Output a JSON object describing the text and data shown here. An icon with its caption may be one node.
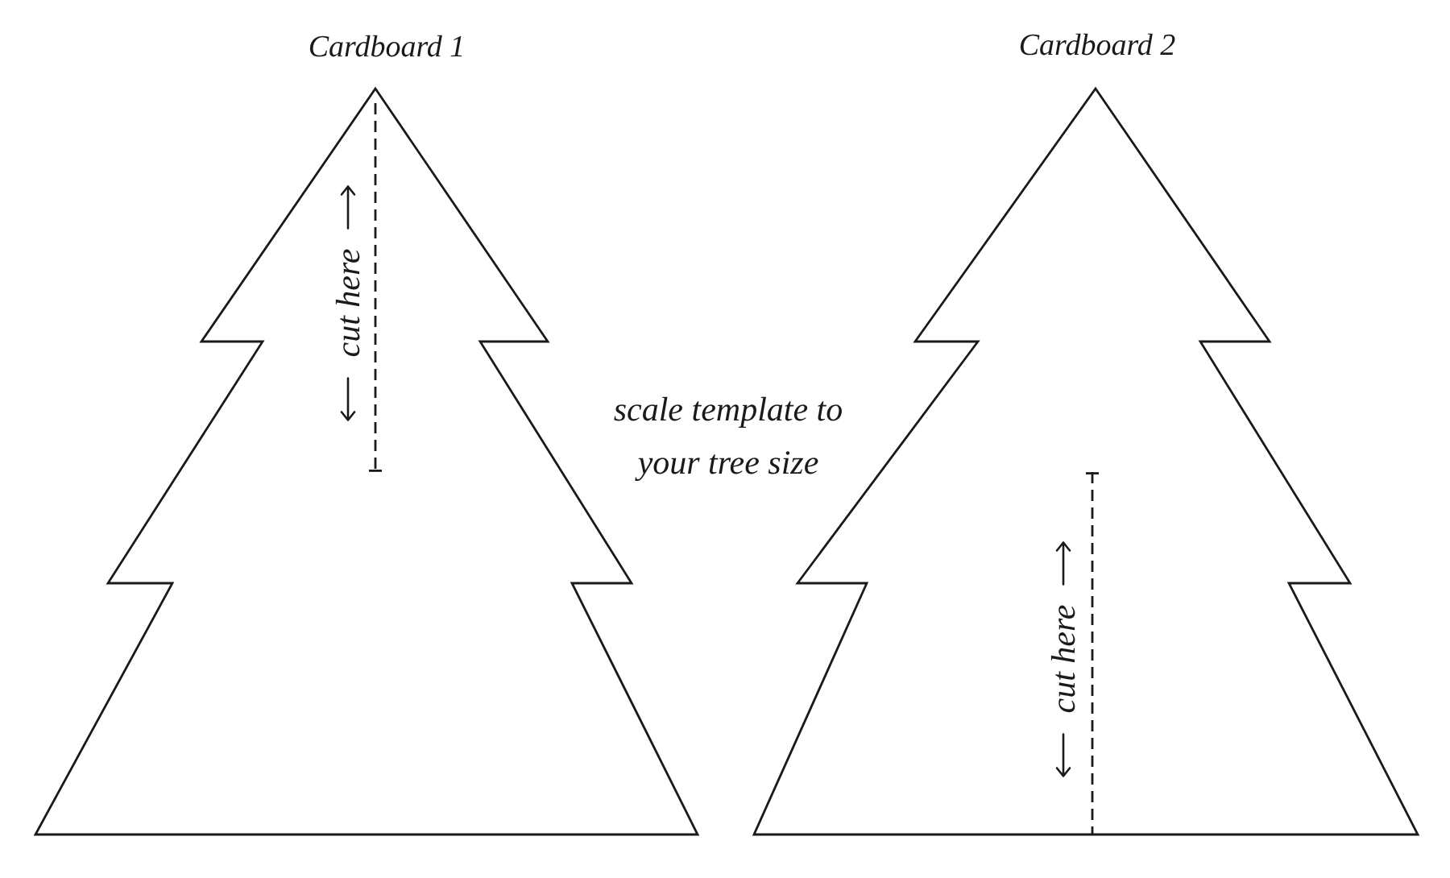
{
  "diagram": {
    "nodes": [
      {
        "text": [
          "Cardboard 1",
          "cut here"
        ]
      },
      {
        "text": [
          "Cardboard 2",
          "cut here"
        ]
      }
    ],
    "labels": [
      "scale template to your tree size"
    ]
  }
}
